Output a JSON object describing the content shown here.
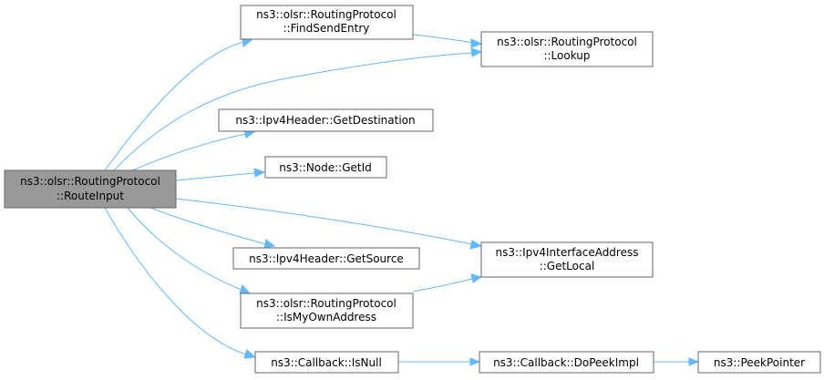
{
  "nodes": {
    "route_input": {
      "line1": "ns3::olsr::RoutingProtocol",
      "line2": "::RouteInput"
    },
    "find_send_entry": {
      "line1": "ns3::olsr::RoutingProtocol",
      "line2": "::FindSendEntry"
    },
    "lookup": {
      "line1": "ns3::olsr::RoutingProtocol",
      "line2": "::Lookup"
    },
    "get_destination": {
      "line1": "ns3::Ipv4Header::GetDestination"
    },
    "get_id": {
      "line1": "ns3::Node::GetId"
    },
    "get_local": {
      "line1": "ns3::Ipv4InterfaceAddress",
      "line2": "::GetLocal"
    },
    "get_source": {
      "line1": "ns3::Ipv4Header::GetSource"
    },
    "is_my_own_address": {
      "line1": "ns3::olsr::RoutingProtocol",
      "line2": "::IsMyOwnAddress"
    },
    "is_null": {
      "line1": "ns3::Callback::IsNull"
    },
    "do_peek_impl": {
      "line1": "ns3::Callback::DoPeekImpl"
    },
    "peek_pointer": {
      "line1": "ns3::PeekPointer"
    }
  },
  "edges": [
    {
      "from": "route_input",
      "to": "find_send_entry"
    },
    {
      "from": "route_input",
      "to": "lookup"
    },
    {
      "from": "find_send_entry",
      "to": "lookup"
    },
    {
      "from": "route_input",
      "to": "get_destination"
    },
    {
      "from": "route_input",
      "to": "get_id"
    },
    {
      "from": "route_input",
      "to": "get_local"
    },
    {
      "from": "route_input",
      "to": "get_source"
    },
    {
      "from": "route_input",
      "to": "is_my_own_address"
    },
    {
      "from": "is_my_own_address",
      "to": "get_local"
    },
    {
      "from": "route_input",
      "to": "is_null"
    },
    {
      "from": "is_null",
      "to": "do_peek_impl"
    },
    {
      "from": "do_peek_impl",
      "to": "peek_pointer"
    }
  ],
  "colors": {
    "edge": "#63b8ff",
    "node_border": "#666666",
    "root_fill": "#999999",
    "node_fill": "#ffffff"
  }
}
